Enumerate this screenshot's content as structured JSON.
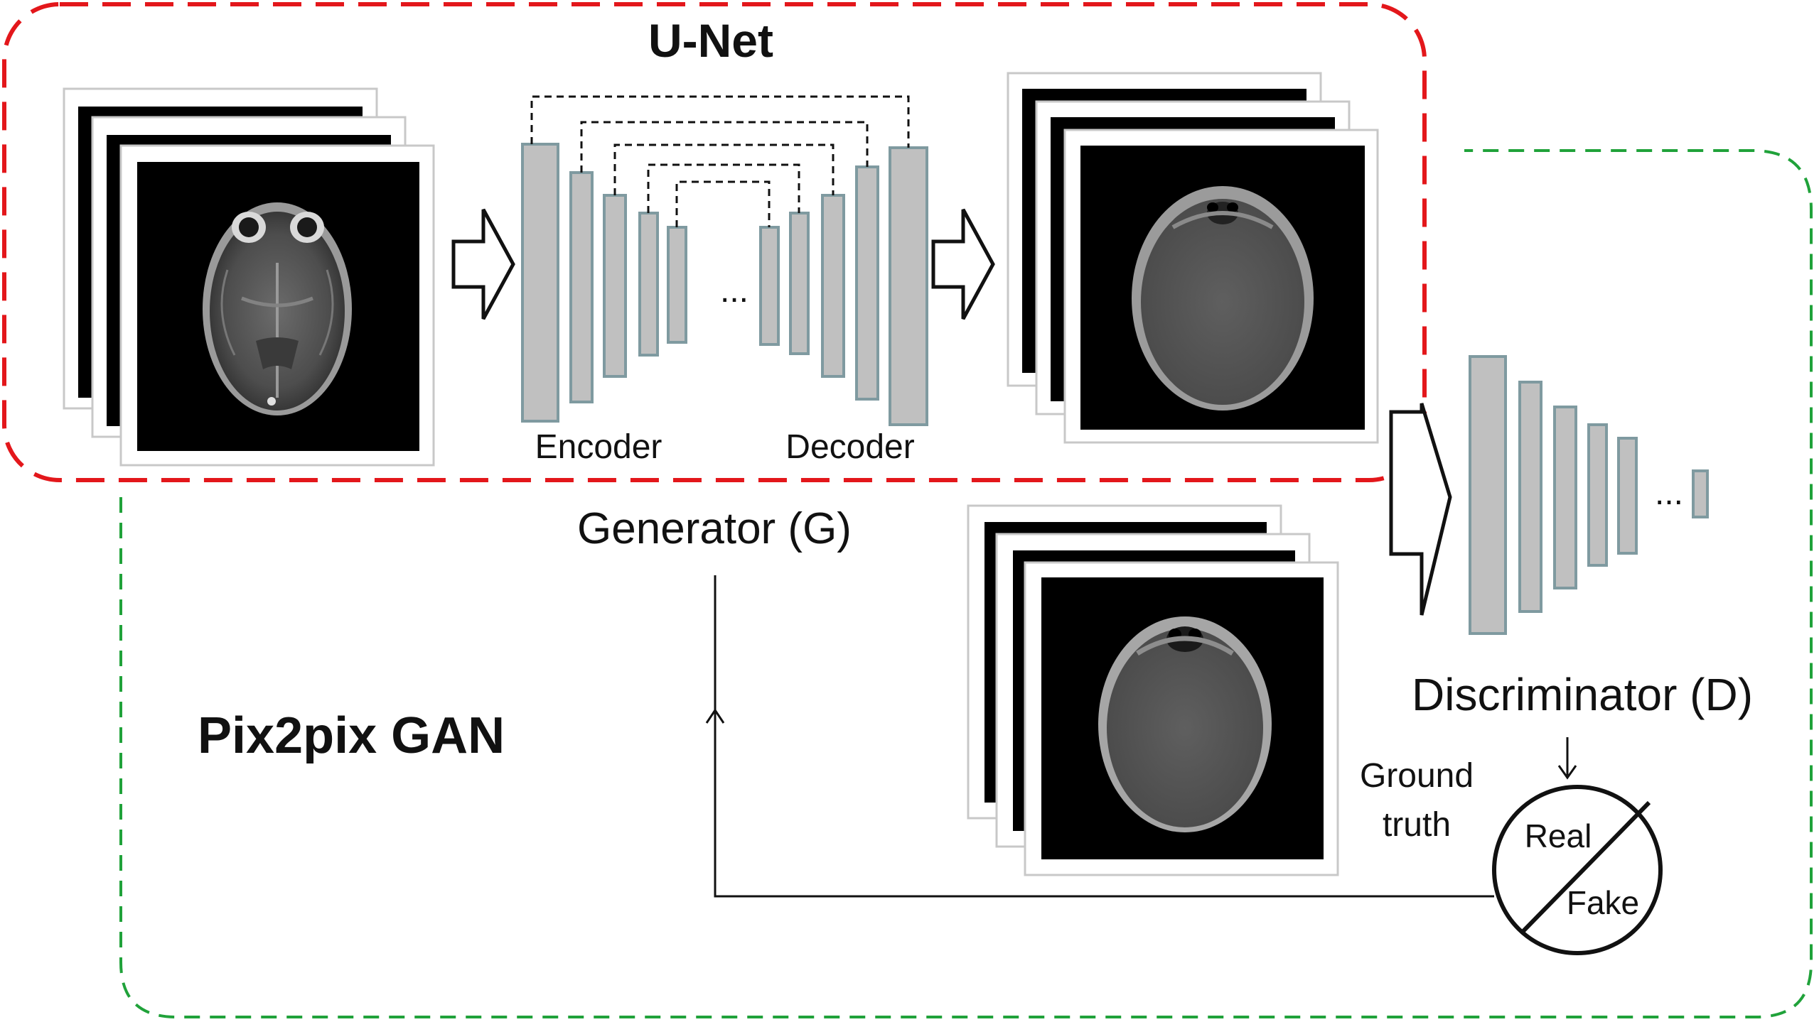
{
  "labels": {
    "unet": "U-Net",
    "encoder": "Encoder",
    "decoder": "Decoder",
    "ellipsis": "...",
    "generator": "Generator (G)",
    "discriminator": "Discriminator (D)",
    "pix2pix": "Pix2pix GAN",
    "ground_truth_line1": "Ground",
    "ground_truth_line2": "truth",
    "real": "Real",
    "fake": "Fake"
  },
  "colors": {
    "unet_border": "#e3171b",
    "gan_border": "#20a23a",
    "block_fill": "#c0c0c0",
    "block_stroke": "#7f9aa0",
    "scan_background": "#000000"
  },
  "images": {
    "input_scan": "MRI axial brain slice",
    "generated_scan": "synthetic CT axial head slice",
    "ground_truth_scan": "CT axial head slice"
  }
}
